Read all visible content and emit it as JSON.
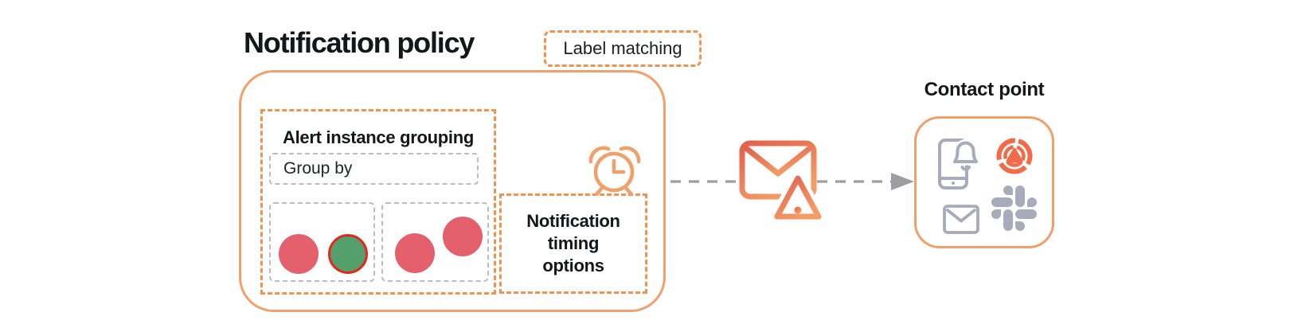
{
  "colors": {
    "orange_solid": "#F0A068",
    "orange_dashed": "#EF934F",
    "gray_dashed": "#B9BCC7",
    "connector_gray": "#9E9EA2",
    "icon_gray": "#A7ABBC",
    "red_circle": "#E4606C",
    "green_circle": "#53A06C",
    "green_border": "#E3281E",
    "oncall_orange": "#F26B49",
    "text_black": "#141619",
    "env_grad_start": "#E4604E",
    "env_grad_end": "#F49C64"
  },
  "notification_policy": {
    "title": "Notification policy",
    "label_matching": "Label matching",
    "alert_grouping": {
      "title": "Alert instance grouping",
      "group_by_label": "Group by",
      "groups": [
        {
          "name": "alert-group-1",
          "instances": [
            "firing-red",
            "resolved-green-red-outline"
          ]
        },
        {
          "name": "alert-group-2",
          "instances": [
            "firing-red",
            "firing-red"
          ]
        }
      ]
    },
    "timing_options": {
      "label": "Notification timing options",
      "icon": "alarm-clock-icon"
    }
  },
  "connector": {
    "style": "gray-dashed-arrow-right",
    "icon": "email-warning-icon"
  },
  "contact_point": {
    "title": "Contact point",
    "channels": [
      {
        "name": "mobile-push",
        "icon": "mobile-notification-icon"
      },
      {
        "name": "grafana-oncall",
        "icon": "grafana-oncall-icon"
      },
      {
        "name": "email",
        "icon": "email-icon"
      },
      {
        "name": "slack",
        "icon": "slack-icon"
      }
    ]
  }
}
